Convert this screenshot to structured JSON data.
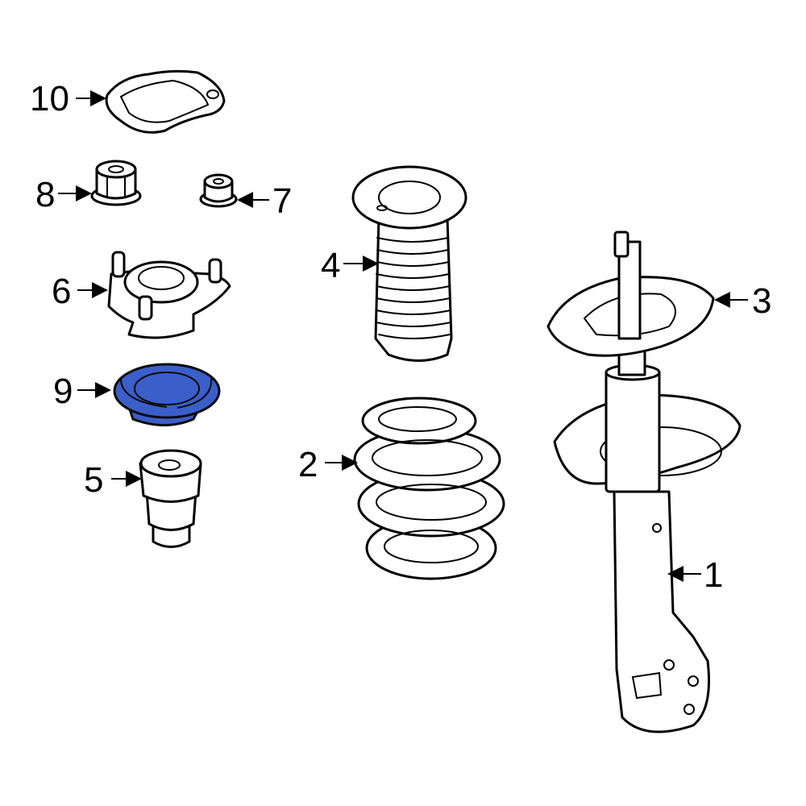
{
  "diagram": {
    "type": "exploded parts diagram",
    "subject": "front strut assembly",
    "highlight_color": "#3a5fc8",
    "highlighted_part": "9",
    "callouts": [
      {
        "number": "1",
        "part": "strut"
      },
      {
        "number": "2",
        "part": "coil spring"
      },
      {
        "number": "3",
        "part": "spring seat"
      },
      {
        "number": "4",
        "part": "dust boot"
      },
      {
        "number": "5",
        "part": "bump stop"
      },
      {
        "number": "6",
        "part": "strut mount"
      },
      {
        "number": "7",
        "part": "nut"
      },
      {
        "number": "8",
        "part": "nut"
      },
      {
        "number": "9",
        "part": "bearing / insulator (highlighted)"
      },
      {
        "number": "10",
        "part": "mount cover / insulator plate"
      }
    ]
  }
}
